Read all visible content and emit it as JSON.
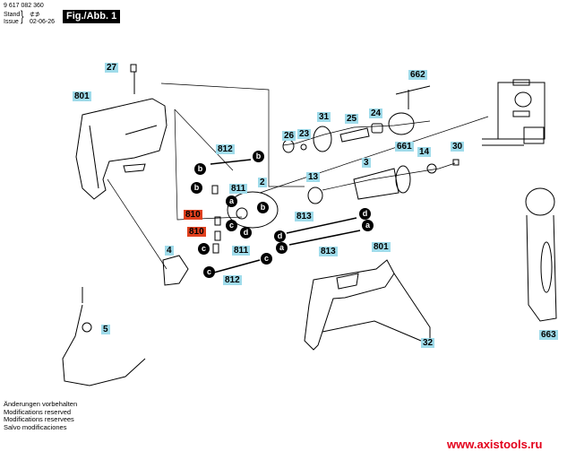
{
  "header": {
    "part_number": "9 617 082 360",
    "stand_label": "Stand",
    "issue_label": "Issue",
    "stand_value": "⊄⊅",
    "issue_date": "02-06-26",
    "figure_title": "Fig./Abb. 1"
  },
  "labels": {
    "l27": "27",
    "l801a": "801",
    "l662": "662",
    "l26": "26",
    "l23": "23",
    "l31": "31",
    "l25": "25",
    "l24": "24",
    "l661": "661",
    "l812a": "812",
    "l14": "14",
    "l30": "30",
    "l811a": "811",
    "l2": "2",
    "l13": "13",
    "l3": "3",
    "l810a": "810",
    "l810b": "810",
    "l813a": "813",
    "l813b": "813",
    "l4": "4",
    "l811b": "811",
    "l812b": "812",
    "l801b": "801",
    "l5": "5",
    "l32": "32",
    "l663": "663"
  },
  "connectors": {
    "a": "a",
    "b": "b",
    "c": "c",
    "d": "d"
  },
  "highlight_colors": {
    "part_label": "#9fdbea",
    "highlighted_part": "#e0401e",
    "website": "#e3001b"
  },
  "footer": {
    "line1": "Änderungen vorbehalten",
    "line2": "Modifications reserved",
    "line3": "Modifications reservees",
    "line4": "Salvo modificaciones"
  },
  "website": "www.axistools.ru"
}
